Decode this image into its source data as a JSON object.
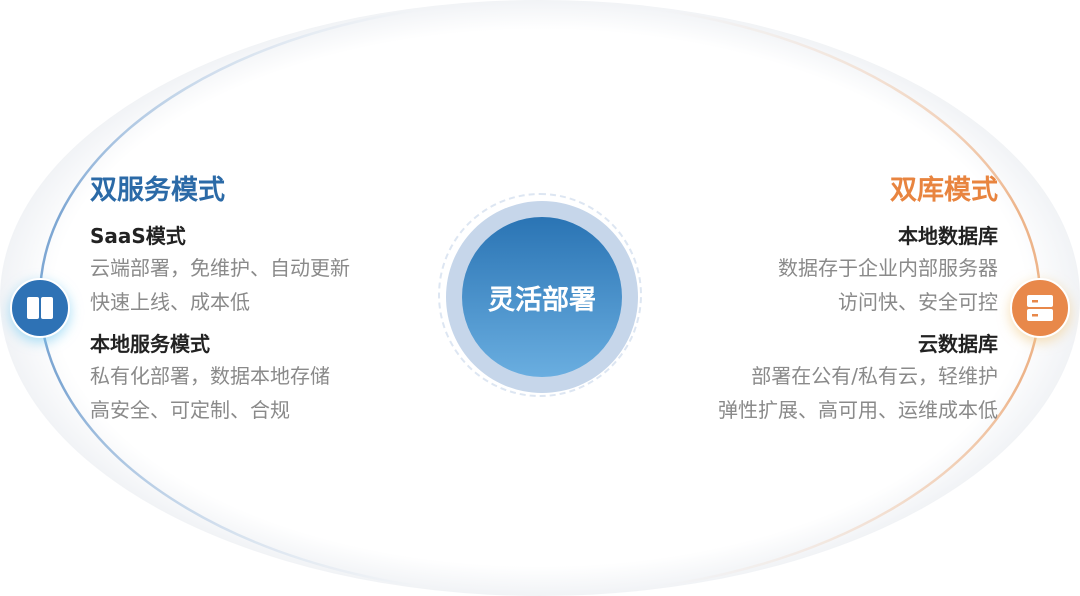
{
  "center": {
    "label": "灵活部署"
  },
  "left": {
    "title": "双服务模式",
    "groups": [
      {
        "heading": "SaaS模式",
        "lines": [
          "云端部署，免维护、自动更新",
          "快速上线、成本低"
        ]
      },
      {
        "heading": "本地服务模式",
        "lines": [
          "私有化部署，数据本地存储",
          "高安全、可定制、合规"
        ]
      }
    ],
    "icon": "book-icon",
    "color": "#2e72b5"
  },
  "right": {
    "title": "双库模式",
    "groups": [
      {
        "heading": "本地数据库",
        "lines": [
          "数据存于企业内部服务器",
          "访问快、安全可控"
        ]
      },
      {
        "heading": "云数据库",
        "lines": [
          "部署在公有/私有云，轻维护",
          "弹性扩展、高可用、运维成本低"
        ]
      }
    ],
    "icon": "server-icon",
    "color": "#e8884a"
  }
}
